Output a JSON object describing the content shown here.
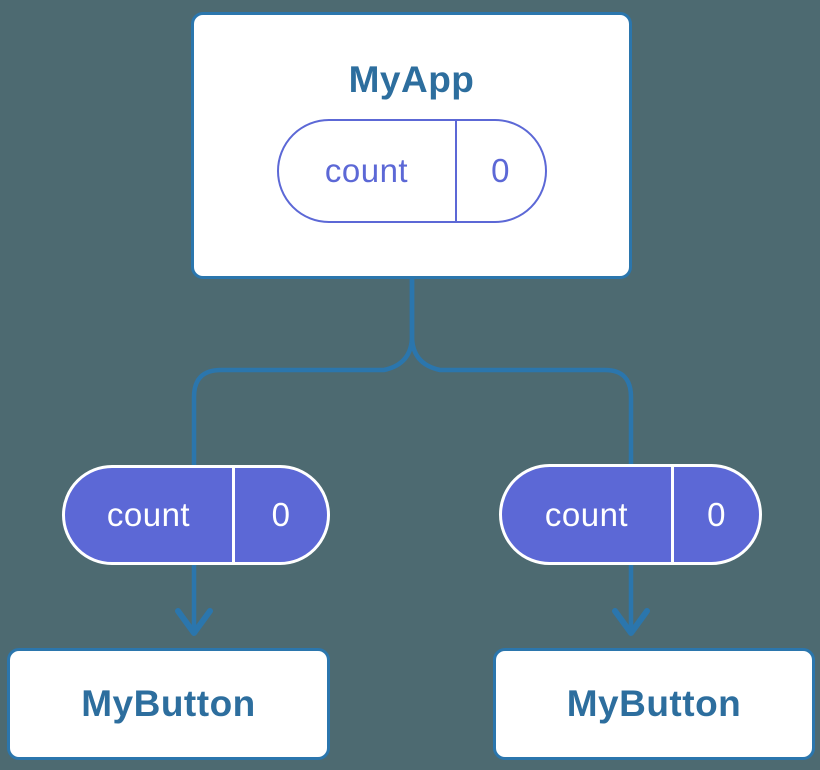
{
  "colors": {
    "background": "#4d6a71",
    "line_blue": "#2b76ad",
    "label_blue": "#2d6e9e",
    "indigo": "#5c68d6",
    "card_bg": "#ffffff",
    "pill_text_light": "#ffffff"
  },
  "diagram": {
    "type": "component-state-tree",
    "root": {
      "title": "MyApp",
      "state": {
        "name": "count",
        "value": "0"
      }
    },
    "children": [
      {
        "title": "MyButton",
        "state": {
          "name": "count",
          "value": "0"
        }
      },
      {
        "title": "MyButton",
        "state": {
          "name": "count",
          "value": "0"
        }
      }
    ]
  }
}
